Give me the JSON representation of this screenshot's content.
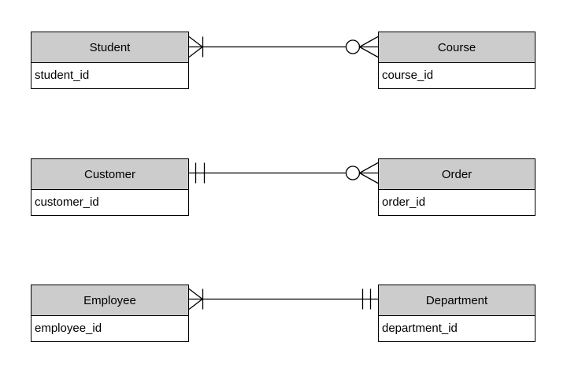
{
  "diagram": {
    "type": "entity-relationship-diagram",
    "notation": "crows-foot",
    "entities": [
      {
        "title": "Student",
        "fields": [
          "student_id"
        ]
      },
      {
        "title": "Course",
        "fields": [
          "course_id"
        ]
      },
      {
        "title": "Customer",
        "fields": [
          "customer_id"
        ]
      },
      {
        "title": "Order",
        "fields": [
          "order_id"
        ]
      },
      {
        "title": "Employee",
        "fields": [
          "employee_id"
        ]
      },
      {
        "title": "Department",
        "fields": [
          "department_id"
        ]
      }
    ],
    "relationships": [
      {
        "from": "Student",
        "to": "Course",
        "from_cardinality": "one-or-many",
        "to_cardinality": "zero-or-many"
      },
      {
        "from": "Customer",
        "to": "Order",
        "from_cardinality": "exactly-one",
        "to_cardinality": "zero-or-many"
      },
      {
        "from": "Employee",
        "to": "Department",
        "from_cardinality": "one-or-many",
        "to_cardinality": "exactly-one"
      }
    ],
    "colors": {
      "header_fill": "#cccccc",
      "border": "#000000",
      "line": "#000000",
      "text": "#000000",
      "background": "#ffffff"
    }
  }
}
